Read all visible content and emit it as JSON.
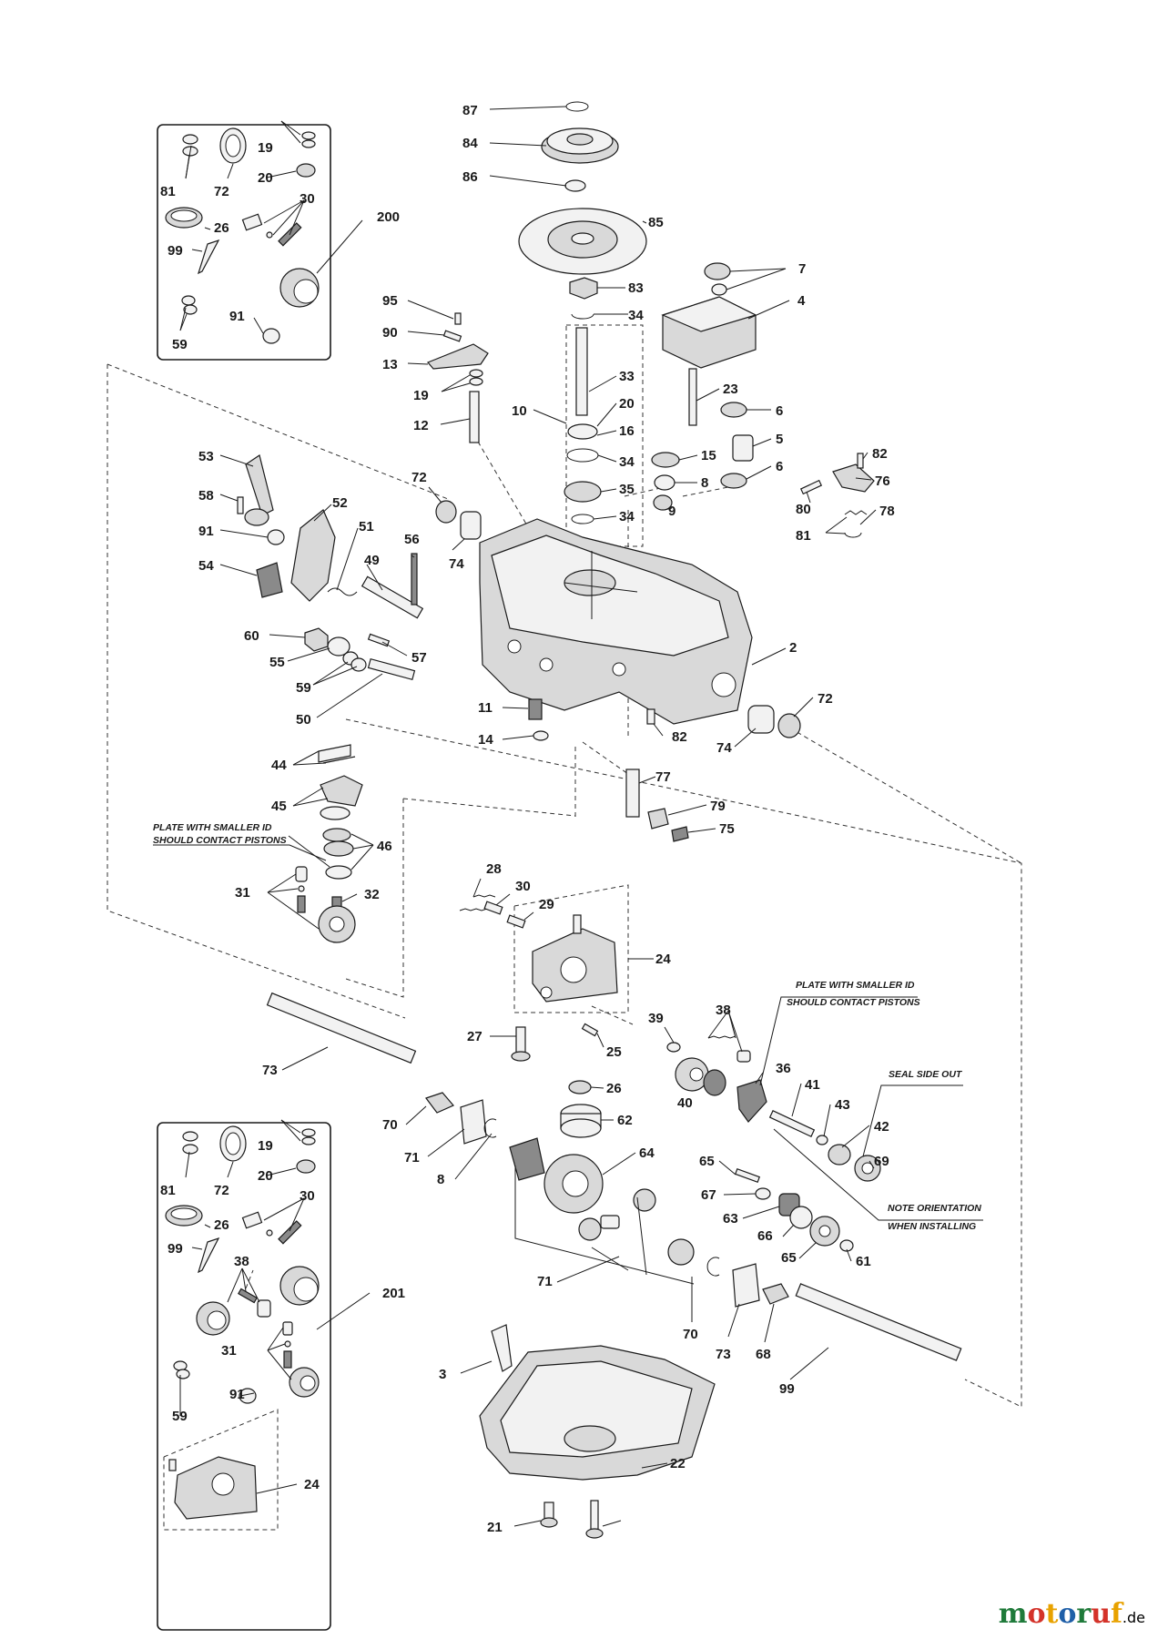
{
  "callouts": [
    "87",
    "84",
    "86",
    "85",
    "83",
    "34",
    "7",
    "4",
    "95",
    "90",
    "13",
    "19",
    "12",
    "33",
    "20",
    "16",
    "34",
    "35",
    "34",
    "10",
    "23",
    "6",
    "5",
    "6",
    "15",
    "8",
    "9",
    "82",
    "76",
    "80",
    "81",
    "78",
    "53",
    "58",
    "91",
    "54",
    "72",
    "52",
    "51",
    "49",
    "56",
    "74",
    "60",
    "55",
    "57",
    "59",
    "50",
    "11",
    "14",
    "82",
    "74",
    "72",
    "2",
    "44",
    "45",
    "46",
    "31",
    "32",
    "77",
    "79",
    "75",
    "28",
    "30",
    "29",
    "24",
    "27",
    "25",
    "39",
    "38",
    "36",
    "40",
    "41",
    "43",
    "42",
    "69",
    "73",
    "70",
    "71",
    "8",
    "26",
    "62",
    "64",
    "65",
    "67",
    "63",
    "66",
    "65",
    "61",
    "71",
    "70",
    "73",
    "68",
    "99",
    "3",
    "22",
    "21"
  ],
  "kit200": {
    "label": "200",
    "items": [
      "19",
      "81",
      "72",
      "20",
      "30",
      "26",
      "99",
      "59",
      "91"
    ]
  },
  "kit201": {
    "label": "201",
    "items": [
      "19",
      "81",
      "72",
      "20",
      "30",
      "26",
      "99",
      "38",
      "31",
      "59",
      "91",
      "24"
    ]
  },
  "notes": {
    "plate_top_1": "PLATE WITH SMALLER ID",
    "plate_top_2": "SHOULD CONTACT PISTONS",
    "plate_right_1": "PLATE WITH SMALLER ID",
    "plate_right_2": "SHOULD CONTACT PISTONS",
    "seal": "SEAL SIDE OUT",
    "orient_1": "NOTE ORIENTATION",
    "orient_2": "WHEN INSTALLING"
  },
  "watermark": {
    "main": "motoruf",
    "suffix": ".de",
    "colors": [
      "#1f7a3a",
      "#d4332a",
      "#e8a200",
      "#1f5fa8"
    ]
  }
}
